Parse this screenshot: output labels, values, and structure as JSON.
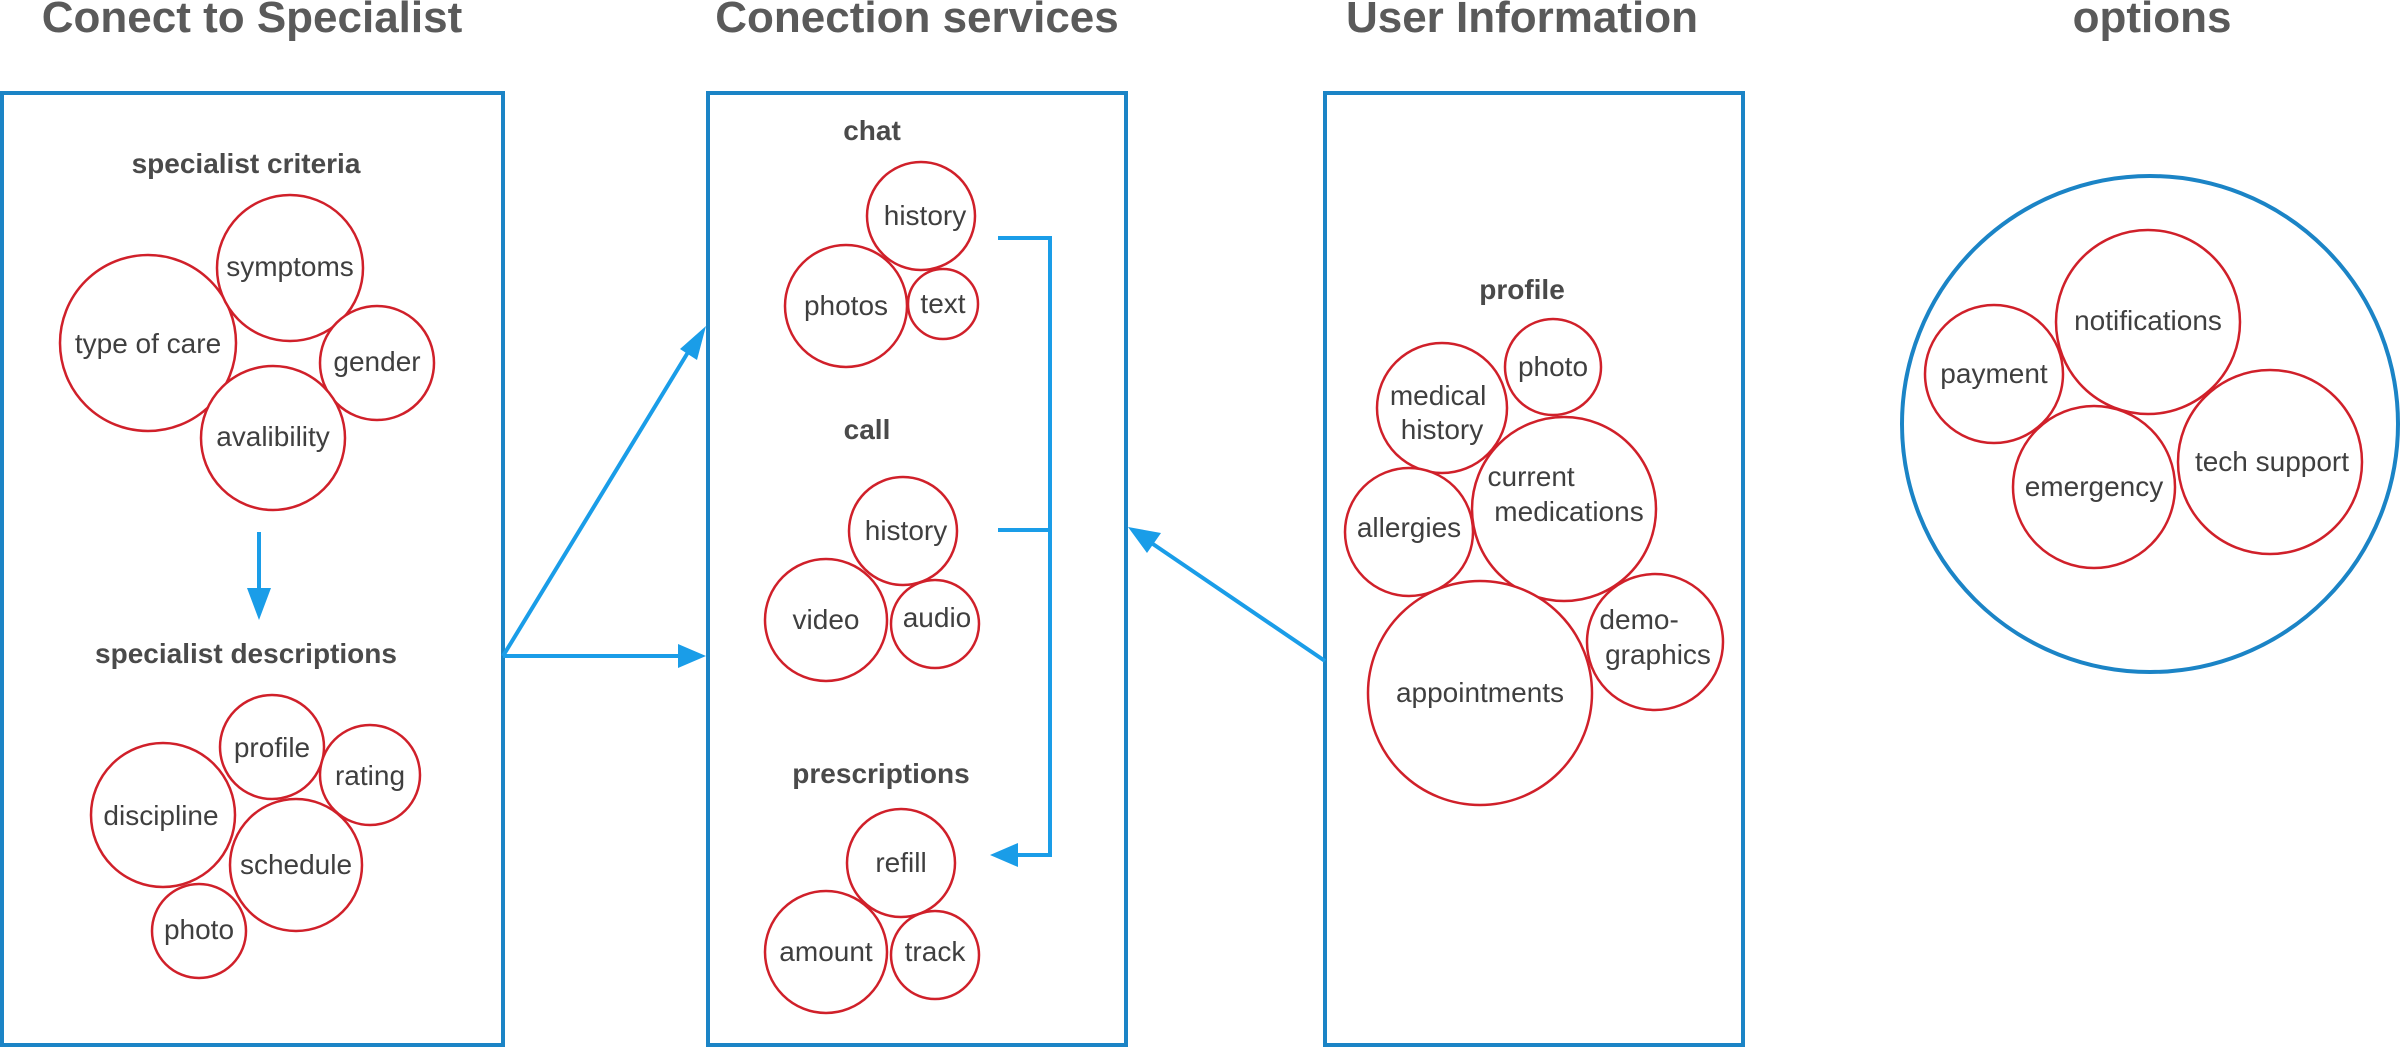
{
  "columns": {
    "specialist": {
      "title": "Conect to Specialist"
    },
    "services": {
      "title": "Conection services"
    },
    "user": {
      "title": "User Information"
    },
    "options": {
      "title": "options"
    }
  },
  "specialist_criteria": {
    "title": "specialist criteria",
    "items": [
      "type of care",
      "symptoms",
      "gender",
      "avalibility"
    ]
  },
  "specialist_descriptions": {
    "title": "specialist descriptions",
    "items": [
      "discipline",
      "profile",
      "rating",
      "schedule",
      "photo"
    ]
  },
  "chat": {
    "title": "chat",
    "items": [
      "history",
      "photos",
      "text"
    ]
  },
  "call": {
    "title": "call",
    "items": [
      "history",
      "video",
      "audio"
    ]
  },
  "prescriptions": {
    "title": "prescriptions",
    "items": [
      "refill",
      "amount",
      "track"
    ]
  },
  "profile": {
    "title": "profile",
    "items": [
      [
        "medical",
        "history"
      ],
      [
        "photo"
      ],
      [
        "current",
        "medications"
      ],
      [
        "allergies"
      ],
      [
        "demo-",
        "graphics"
      ],
      [
        "appointments"
      ]
    ]
  },
  "options": {
    "items": [
      "payment",
      "notifications",
      "emergency",
      "tech support"
    ]
  }
}
